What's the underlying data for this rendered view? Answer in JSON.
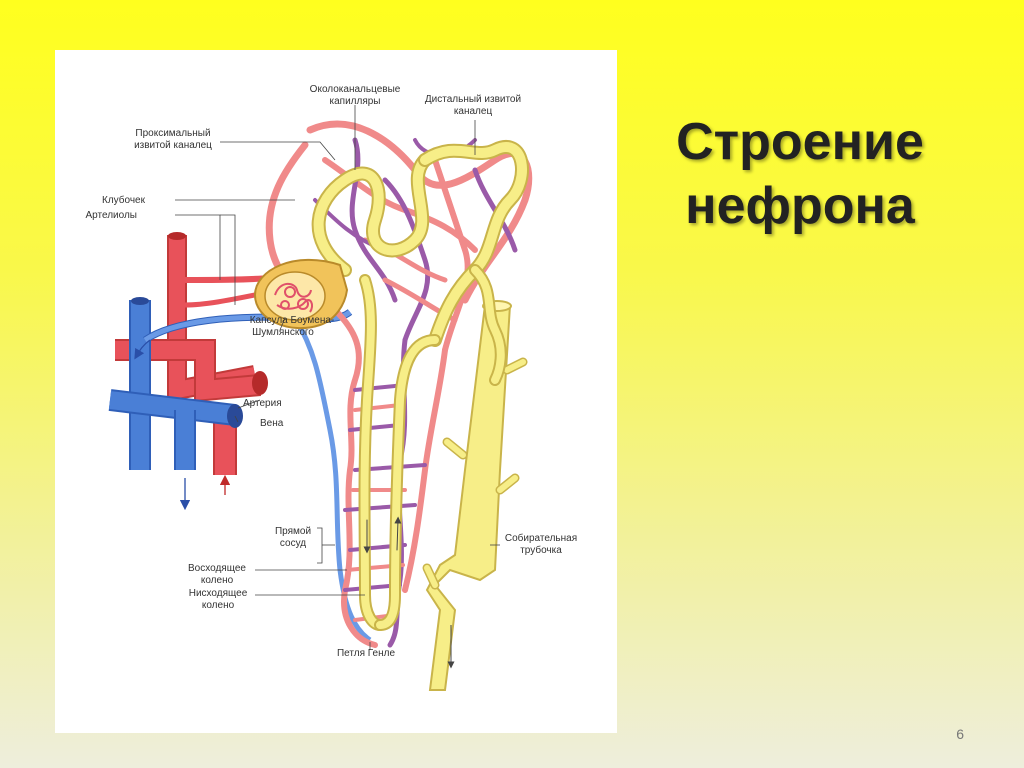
{
  "slide": {
    "title_line1": "Строение",
    "title_line2": "нефрона",
    "page_number": "6"
  },
  "labels": {
    "peritubular_1": "Околоканальцевые",
    "peritubular_2": "капилляры",
    "distal_1": "Дистальный извитой",
    "distal_2": "каналец",
    "proximal_1": "Проксимальный",
    "proximal_2": "извитой каналец",
    "glomerulus": "Клубочек",
    "arterioles": "Артелиолы",
    "capsule_1": "Капсула Боумена-",
    "capsule_2": "Шумлянского",
    "artery": "Артерия",
    "vein": "Вена",
    "vasa_recta_1": "Прямой",
    "vasa_recta_2": "сосуд",
    "ascending_1": "Восходящее",
    "ascending_2": "колено",
    "descending_1": "Нисходящее",
    "descending_2": "колено",
    "loop_henle": "Петля Генле",
    "collecting_1": "Собирательная",
    "collecting_2": "трубочка"
  },
  "colors": {
    "artery": "#e8525a",
    "vein": "#4a7fd6",
    "capillary_red": "#f08a8a",
    "capillary_purple": "#9a5aa8",
    "tubule": "#f7ee88",
    "tubule_edge": "#c9b44a",
    "capsule": "#f1c35a"
  }
}
